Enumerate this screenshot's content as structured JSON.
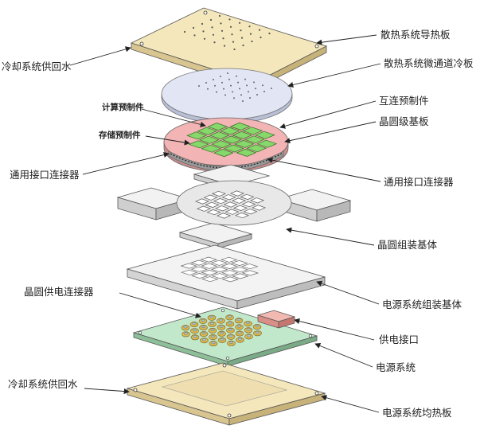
{
  "labels": {
    "heatsink_plate": "散热系统导热板",
    "cooling_supply_top": "冷却系统供回水",
    "micro_channel_plate": "散热系统微通道冷板",
    "interconnect_prefab": "互连预制件",
    "compute_prefab": "计算预制件",
    "wafer_substrate": "晶圆级基板",
    "storage_prefab": "存储预制件",
    "connector_left": "通用接口连接器",
    "connector_right": "通用接口连接器",
    "wafer_assembly_base": "晶圆组装基体",
    "wafer_power_connector": "晶圆供电连接器",
    "power_assembly_base": "电源系统组装基体",
    "power_interface": "供电接口",
    "power_system": "电源系统",
    "cooling_supply_bottom": "冷却系统供回水",
    "power_heat_spreader": "电源系统均热板"
  },
  "colors": {
    "plate_beige": "#f3e6b8",
    "micro_plate": "#dfe3f2",
    "substrate_pink": "#f1b2b2",
    "chip_green": "#86d86a",
    "assembly_gray": "#eeeeee",
    "pcb_green": "#bfe6c8",
    "capacitor_gold": "#d4b24a",
    "power_interface_red": "#e8a7a0"
  }
}
